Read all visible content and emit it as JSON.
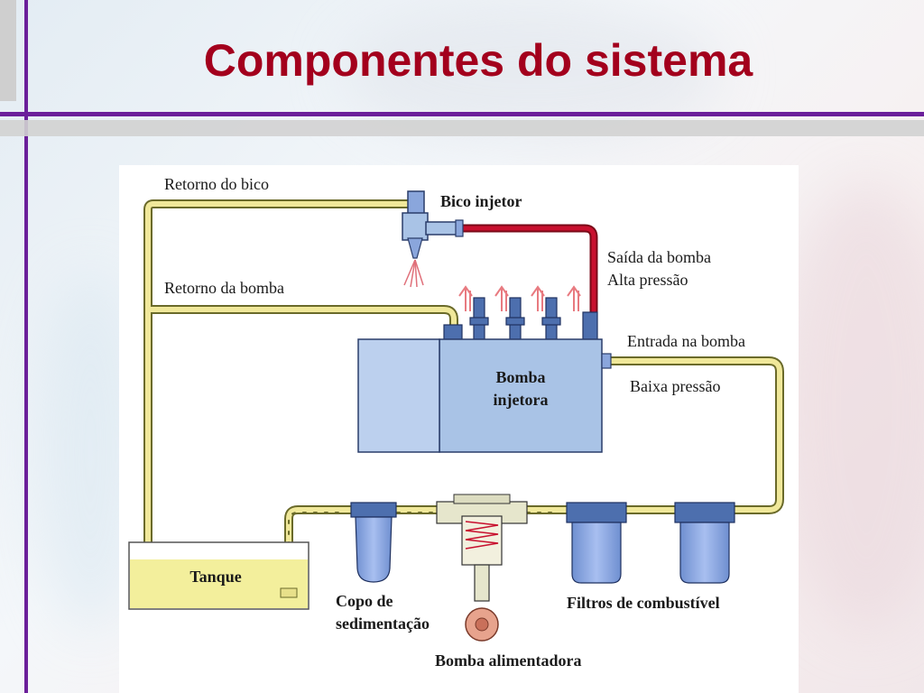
{
  "slide": {
    "title": "Componentes do sistema"
  },
  "diagram": {
    "labels": {
      "retorno_bico": "Retorno do bico",
      "bico_injetor": "Bico injetor",
      "saida_bomba": "Saída da bomba",
      "alta_pressao": "Alta pressão",
      "retorno_bomba": "Retorno da bomba",
      "entrada_bomba": "Entrada na bomba",
      "baixa_pressao": "Baixa pressão",
      "bomba_line1": "Bomba",
      "bomba_line2": "injetora",
      "tanque": "Tanque",
      "copo_line1": "Copo de",
      "copo_line2": "sedimentação",
      "filtros": "Filtros de combustível",
      "bomba_alimentadora": "Bomba alimentadora"
    },
    "colors": {
      "fuel_line": "#f0e89a",
      "fuel_line_edge": "#6a6a2a",
      "high_pressure_line": "#c8102e",
      "component_blue": "#8aa6dc",
      "pump_body": "#a9c3e6",
      "tank_fuel": "#f3ef9c"
    }
  }
}
